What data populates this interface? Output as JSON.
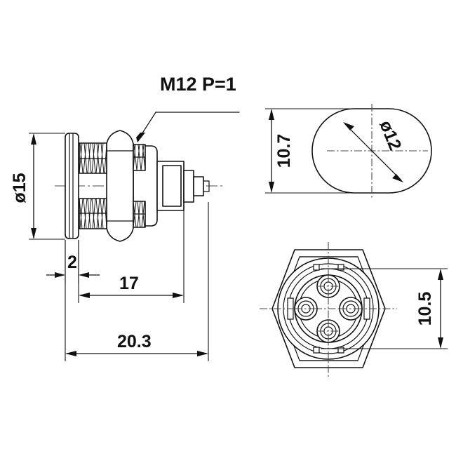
{
  "drawing": {
    "title_note": "M12 P=1",
    "background_color": "#ffffff",
    "line_color": "#111111",
    "views": {
      "side": {
        "name": "side-elevation-view",
        "dimensions": {
          "diameter_flange": "ø15",
          "flange_thickness": "2",
          "thread_length": "17",
          "overall_length": "20.3"
        },
        "callout": "M12 P=1"
      },
      "top_right": {
        "name": "hex-profile-view",
        "dimensions": {
          "height": "10.7",
          "diameter": "ø12"
        }
      },
      "bottom_right": {
        "name": "front-face-view",
        "dimensions": {
          "height": "10.5"
        },
        "pin_count": 4,
        "pin_layout": "diamond"
      }
    }
  }
}
